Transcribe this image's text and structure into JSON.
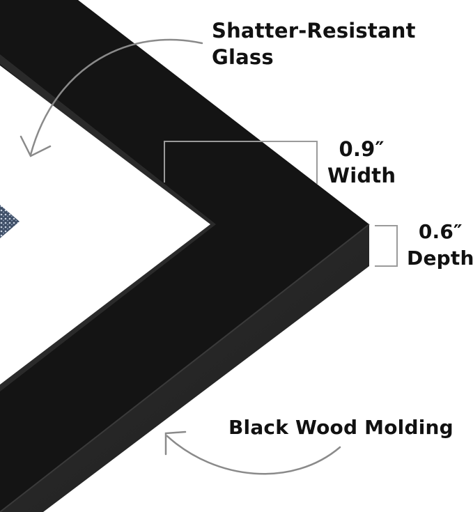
{
  "image": {
    "colors": {
      "frame_face": "#141414",
      "frame_side": "#262626",
      "frame_edge": "#3a3a3a",
      "mat": "#ffffff",
      "guide_lines": "#9a9a9a",
      "text": "#111111",
      "photo_pattern": "#5b6f8a"
    }
  },
  "callouts": {
    "glass": {
      "line1": "Shatter-Resistant",
      "line2": "Glass",
      "icon": "curved-arrow-icon"
    },
    "width": {
      "value": "0.9″",
      "label": "Width",
      "icon": "dimension-bracket-icon"
    },
    "depth": {
      "value": "0.6″",
      "label": "Depth",
      "icon": "dimension-bracket-icon"
    },
    "molding": {
      "text": "Black Wood Molding",
      "icon": "curved-arrow-icon"
    }
  }
}
